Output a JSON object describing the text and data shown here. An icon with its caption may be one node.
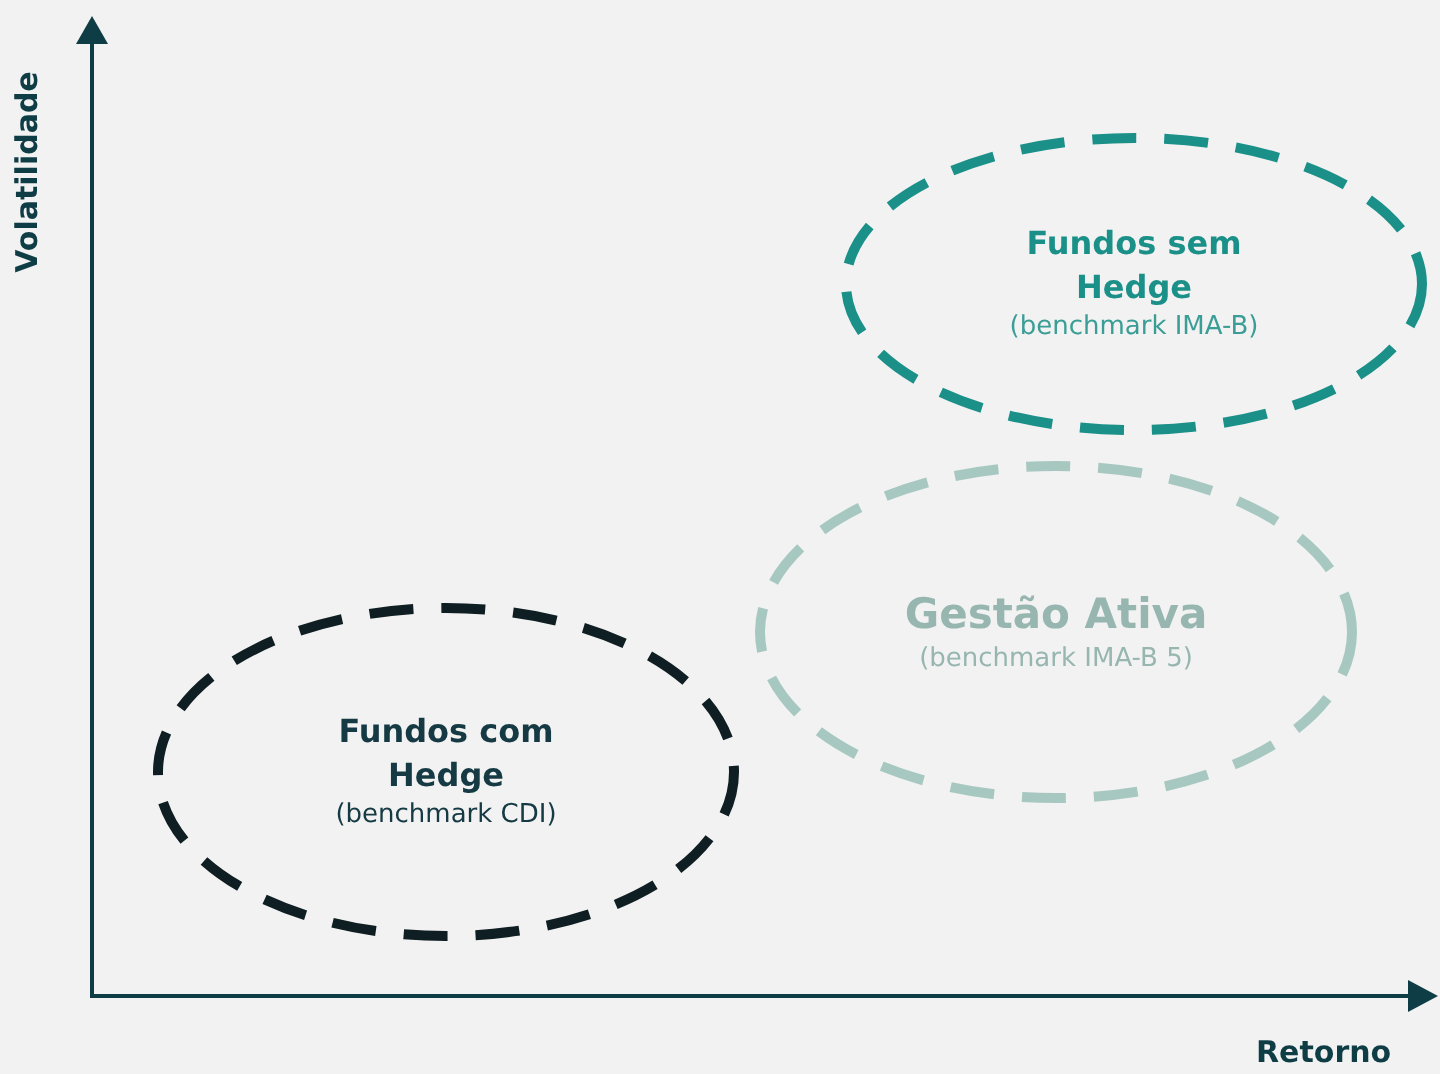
{
  "diagram": {
    "nodes": [
      {
        "text": [
          "Fundos sem Hedge",
          "(benchmark IMA-B)"
        ]
      },
      {
        "text": [
          "Gestão Ativa",
          "(benchmark IMA-B 5)"
        ]
      },
      {
        "text": [
          "Fundos com Hedge",
          "(benchmark CDI)"
        ]
      }
    ],
    "edges": [],
    "labels": [
      "Volatilidade",
      "Retorno"
    ]
  }
}
